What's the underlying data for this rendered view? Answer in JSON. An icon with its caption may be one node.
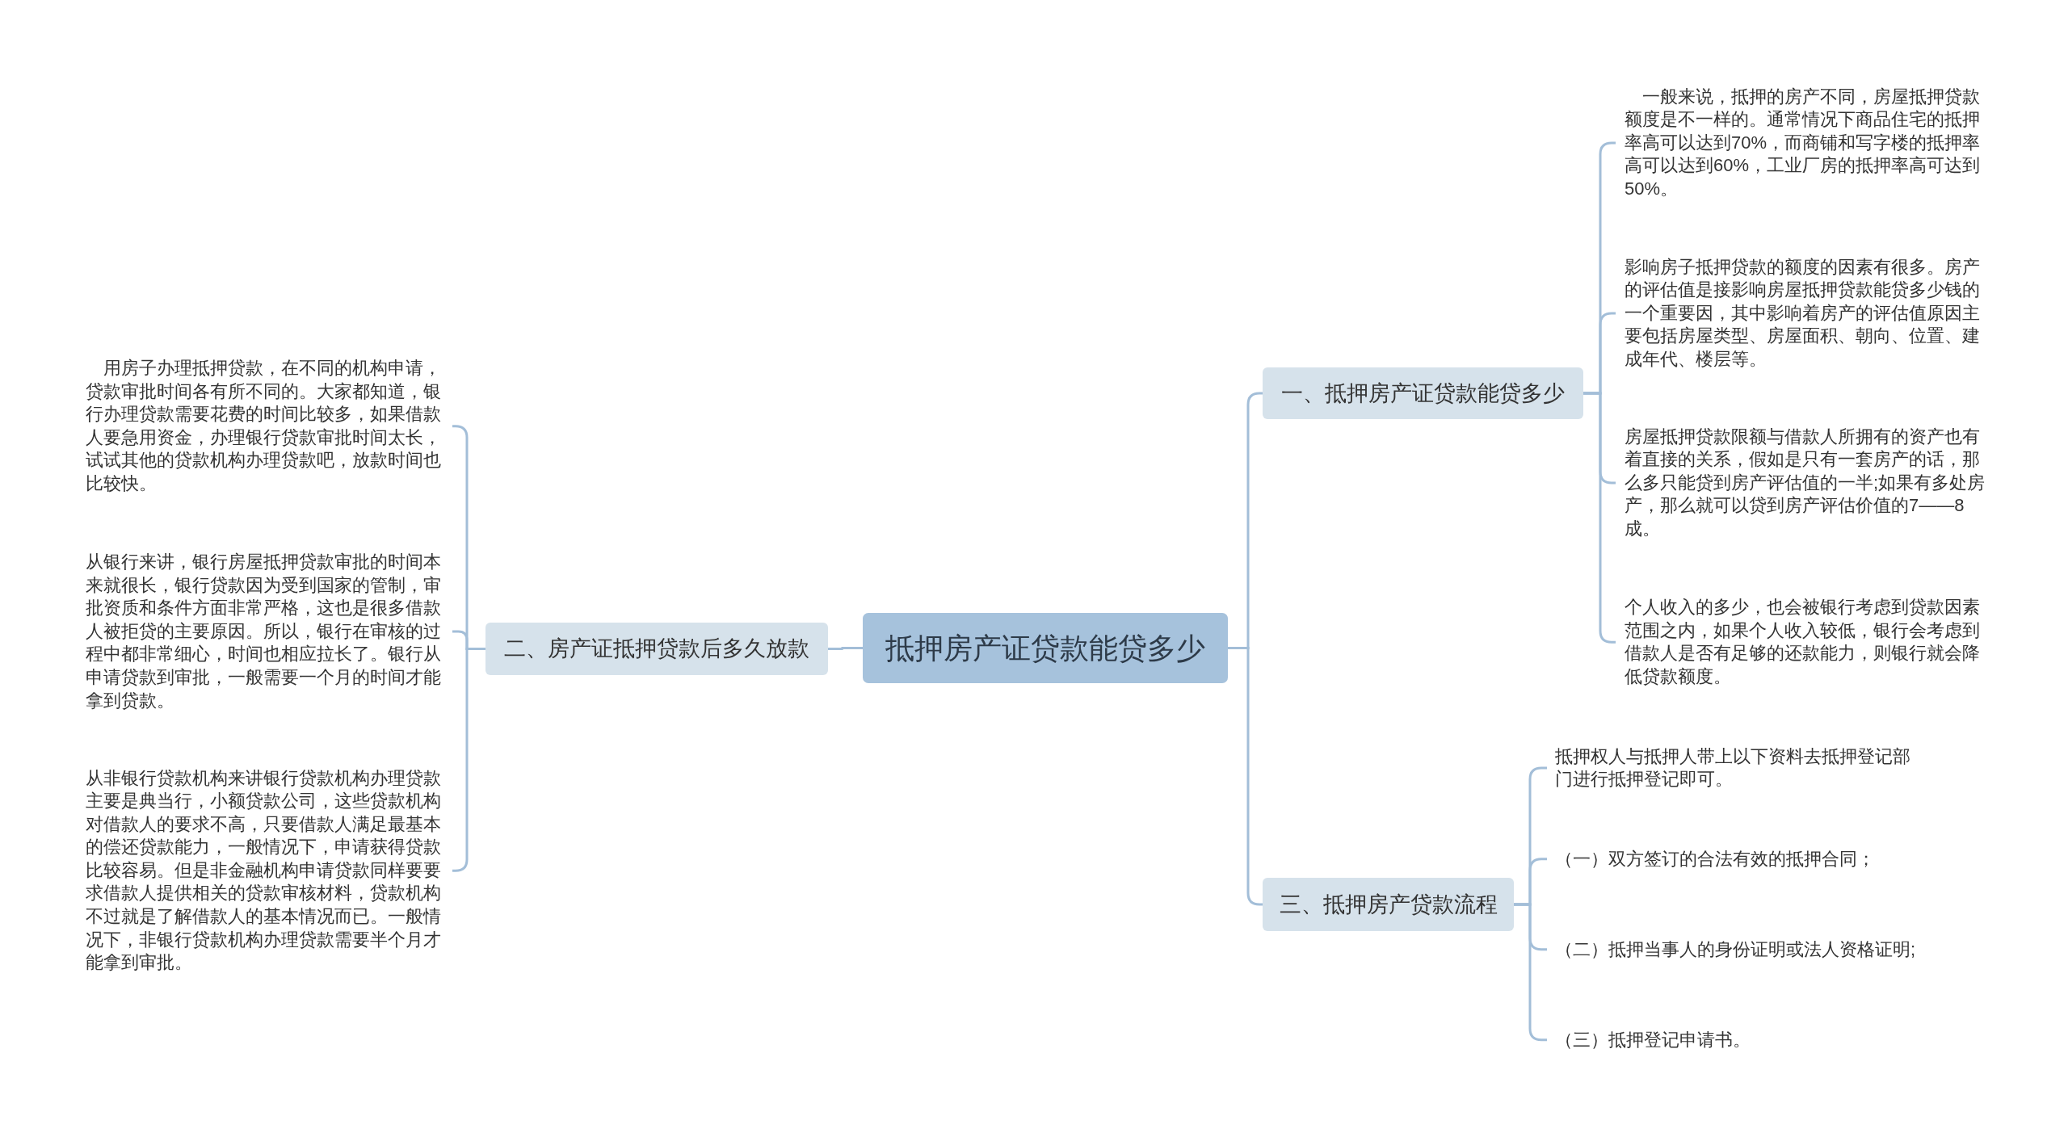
{
  "diagram": {
    "nodes": [
      {
        "text": [
          "抵押房产证贷款能贷多少"
        ]
      },
      {
        "text": [
          "一、抵押房产证贷款能贷多少"
        ]
      },
      {
        "text": [
          "一般来说，抵押的房产不同，房屋抵押贷款额度是不一样的。通常情况下商品住宅的抵押率高可以达到70%，而商铺和写字楼的抵押率高可以达到60%，工业厂房的抵押率高可达到50%。"
        ]
      },
      {
        "text": [
          "影响房子抵押贷款的额度的因素有很多。房产的评估值是接影响房屋抵押贷款能贷多少钱的一个重要因，其中影响着房产的评估值原因主要包括房屋类型、房屋面积、朝向、位置、建成年代、楼层等。"
        ]
      },
      {
        "text": [
          "房屋抵押贷款限额与借款人所拥有的资产也有着直接的关系，假如是只有一套房产的话，那么多只能贷到房产评估值的一半;如果有多处房产，那么就可以贷到房产评估价值的7——8成。"
        ]
      },
      {
        "text": [
          "个人收入的多少，也会被银行考虑到贷款因素范围之内，如果个人收入较低，银行会考虑到借款人是否有足够的还款能力，则银行就会降低贷款额度。"
        ]
      },
      {
        "text": [
          "二、房产证抵押贷款后多久放款"
        ]
      },
      {
        "text": [
          "用房子办理抵押贷款，在不同的机构申请，贷款审批时间各有所不同的。大家都知道，银行办理贷款需要花费的时间比较多，如果借款人要急用资金，办理银行贷款审批时间太长，试试其他的贷款机构办理贷款吧，放款时间也比较快。"
        ]
      },
      {
        "text": [
          "从银行来讲，银行房屋抵押贷款审批的时间本来就很长，银行贷款因为受到国家的管制，审批资质和条件方面非常严格，这也是很多借款人被拒贷的主要原因。所以，银行在审核的过程中都非常细心，时间也相应拉长了。银行从申请贷款到审批，一般需要一个月的时间才能拿到贷款。"
        ]
      },
      {
        "text": [
          "从非银行贷款机构来讲银行贷款机构办理贷款主要是典当行，小额贷款公司，这些贷款机构对借款人的要求不高，只要借款人满足最基本的偿还贷款能力，一般情况下，申请获得贷款比较容易。但是非金融机构申请贷款同样要要求借款人提供相关的贷款审核材料，贷款机构不过就是了解借款人的基本情况而已。一般情况下，非银行贷款机构办理贷款需要半个月才能拿到审批。"
        ]
      },
      {
        "text": [
          "三、抵押房产贷款流程"
        ]
      },
      {
        "text": [
          "抵押权人与抵押人带上以下资料去抵押登记部门进行抵押登记即可。"
        ]
      },
      {
        "text": [
          "（一）双方签订的合法有效的抵押合同；"
        ]
      },
      {
        "text": [
          "（二）抵押当事人的身份证明或法人资格证明;"
        ]
      },
      {
        "text": [
          "（三）抵押登记申请书。"
        ]
      }
    ],
    "edges": [
      {
        "from": 0,
        "to": 1,
        "arrow": "none"
      },
      {
        "from": 1,
        "to": 2,
        "arrow": "none"
      },
      {
        "from": 1,
        "to": 3,
        "arrow": "none"
      },
      {
        "from": 1,
        "to": 4,
        "arrow": "none"
      },
      {
        "from": 1,
        "to": 5,
        "arrow": "none"
      },
      {
        "from": 0,
        "to": 6,
        "arrow": "none"
      },
      {
        "from": 6,
        "to": 7,
        "arrow": "none"
      },
      {
        "from": 6,
        "to": 8,
        "arrow": "none"
      },
      {
        "from": 6,
        "to": 9,
        "arrow": "none"
      },
      {
        "from": 0,
        "to": 10,
        "arrow": "none"
      },
      {
        "from": 10,
        "to": 11,
        "arrow": "none"
      },
      {
        "from": 10,
        "to": 12,
        "arrow": "none"
      },
      {
        "from": 10,
        "to": 13,
        "arrow": "none"
      },
      {
        "from": 10,
        "to": 14,
        "arrow": "none"
      }
    ]
  }
}
